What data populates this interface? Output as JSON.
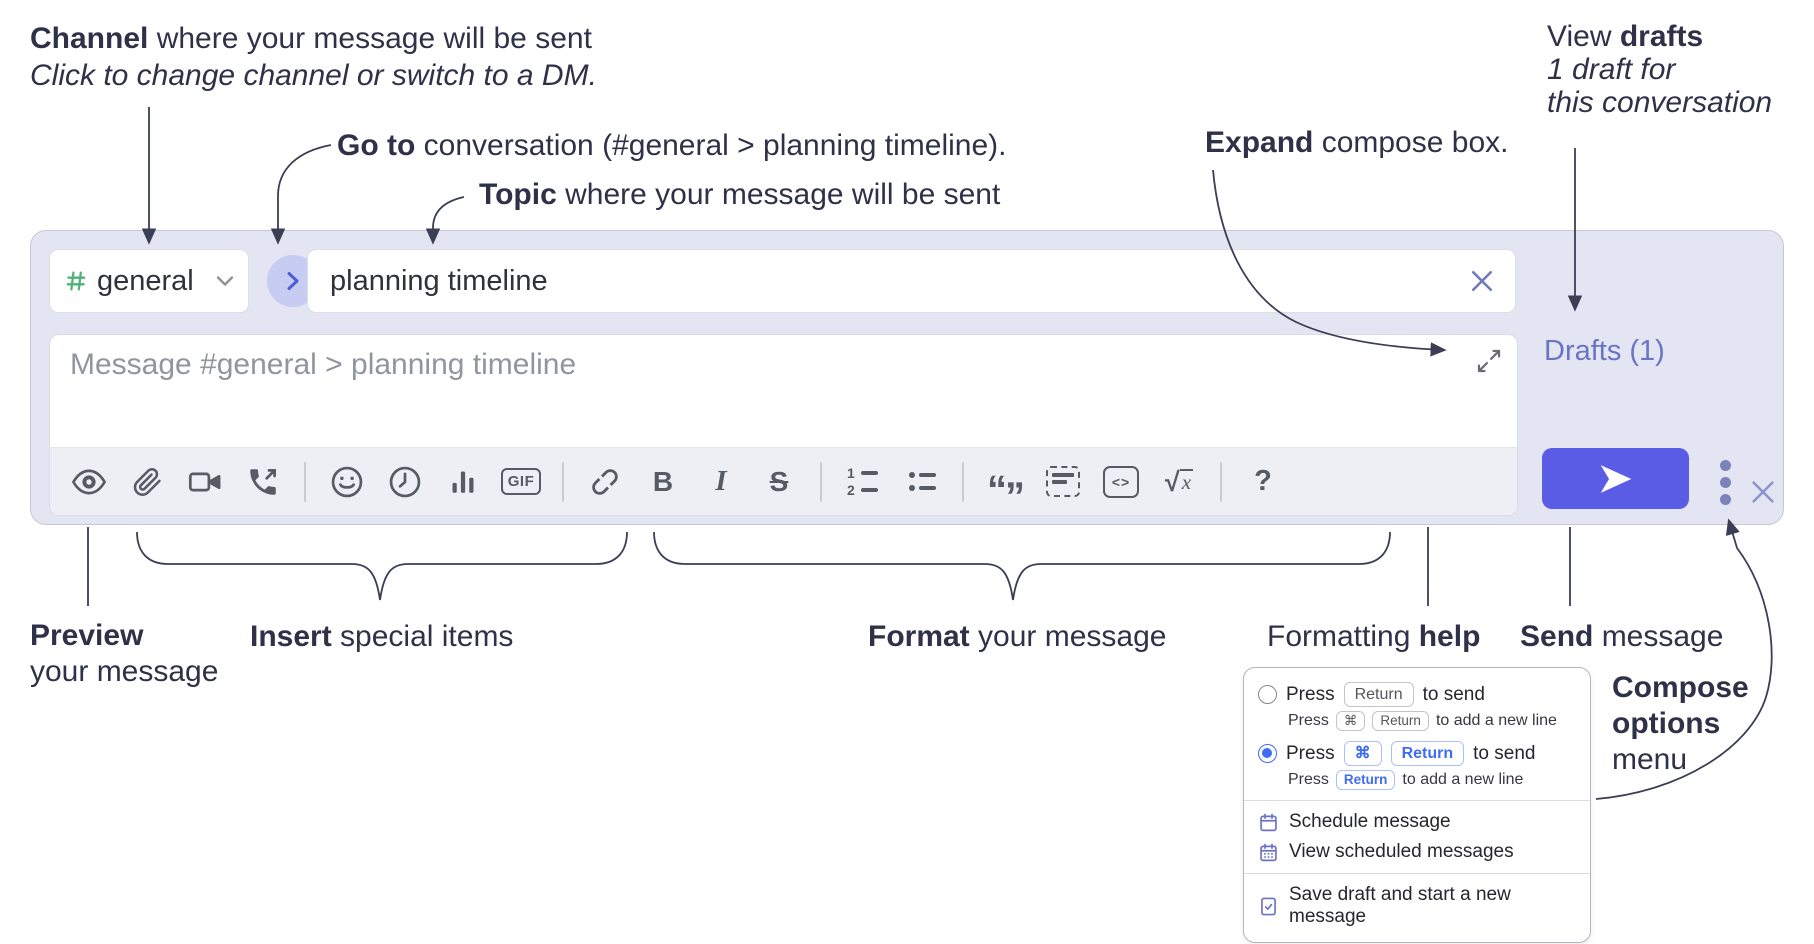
{
  "colors": {
    "annotation_text": "#2e3148",
    "arrow": "#3b3e54",
    "compose_background": "#e3e5f3",
    "accent_green_hash": "#4fb376",
    "send_button": "#5a5ce6",
    "drafts_link": "#6a74c4",
    "radio_selected_blue": "#3e6cf2",
    "toolbar_icon": "#565b64",
    "menu_icon_indigo": "#6c72c8"
  },
  "annotations": {
    "channel": {
      "bold": "Channel",
      "rest": " where your message will be sent",
      "sub": "Click to change channel or switch to a DM."
    },
    "goto": {
      "bold": "Go to",
      "rest": " conversation (#general > planning timeline)."
    },
    "topic": {
      "bold": "Topic",
      "rest": " where your message will be sent"
    },
    "expand": {
      "bold": "Expand",
      "rest": " compose box."
    },
    "drafts": {
      "lead": "View ",
      "bold": "drafts",
      "line2": "1 draft for",
      "line3": "this conversation"
    },
    "preview": {
      "bold": "Preview",
      "line2": "your message"
    },
    "insert": {
      "bold": "Insert",
      "rest": " special items"
    },
    "format": {
      "bold": "Format",
      "rest": " your message"
    },
    "help": {
      "lead": "Formatting ",
      "bold": "help"
    },
    "send": {
      "bold": "Send",
      "rest": " message"
    },
    "compose_options": {
      "bold1": "Compose",
      "bold2": "options",
      "rest": "menu"
    }
  },
  "compose": {
    "channel_selector": {
      "label": "general",
      "icon": "channel-hash-icon"
    },
    "goto_button_icon": "chevron-right-icon",
    "topic_input": {
      "value": "planning timeline",
      "clear_icon": "close-icon"
    },
    "close_icon": "close-icon",
    "message_input": {
      "placeholder": "Message #general > planning timeline",
      "expand_icon": "expand-diagonal-icon"
    },
    "drafts_link_label": "Drafts (1)",
    "send_button_icon": "paper-plane-icon",
    "overflow_icon": "vertical-ellipsis-icon",
    "toolbar": {
      "icons": [
        "preview-eye",
        "attach-paperclip",
        "video-call",
        "voice-call",
        "divider",
        "emoji-smiley",
        "time-clock",
        "poll-bar-chart",
        "gif",
        "divider",
        "link",
        "bold",
        "italic",
        "strikethrough",
        "divider",
        "numbered-list",
        "bulleted-list",
        "divider",
        "quote",
        "spoiler",
        "code",
        "math",
        "divider",
        "help-question"
      ],
      "labels": {
        "gif": "GIF",
        "bold": "B",
        "italic": "I",
        "strike": "S",
        "quote_open": "“",
        "quote_close": "”",
        "ol1": "1",
        "ol2": "2",
        "code": "<>",
        "sqrt": "√",
        "math_x": "x",
        "question": "?"
      }
    }
  },
  "options_menu": {
    "option1": {
      "selected": false,
      "pre": "Press",
      "key": "Return",
      "post": "to send",
      "sub_pre": "Press",
      "sub_key1": "⌘",
      "sub_key2": "Return",
      "sub_post": "to add a new line"
    },
    "option2": {
      "selected": true,
      "pre": "Press",
      "key1": "⌘",
      "key2": "Return",
      "post": "to send",
      "sub_pre": "Press",
      "sub_key": "Return",
      "sub_post": "to add a new line"
    },
    "items": [
      "Schedule message",
      "View scheduled messages",
      "Save draft and start a new message"
    ],
    "item_icons": [
      "calendar-icon",
      "calendar-grid-icon",
      "document-check-icon"
    ]
  }
}
